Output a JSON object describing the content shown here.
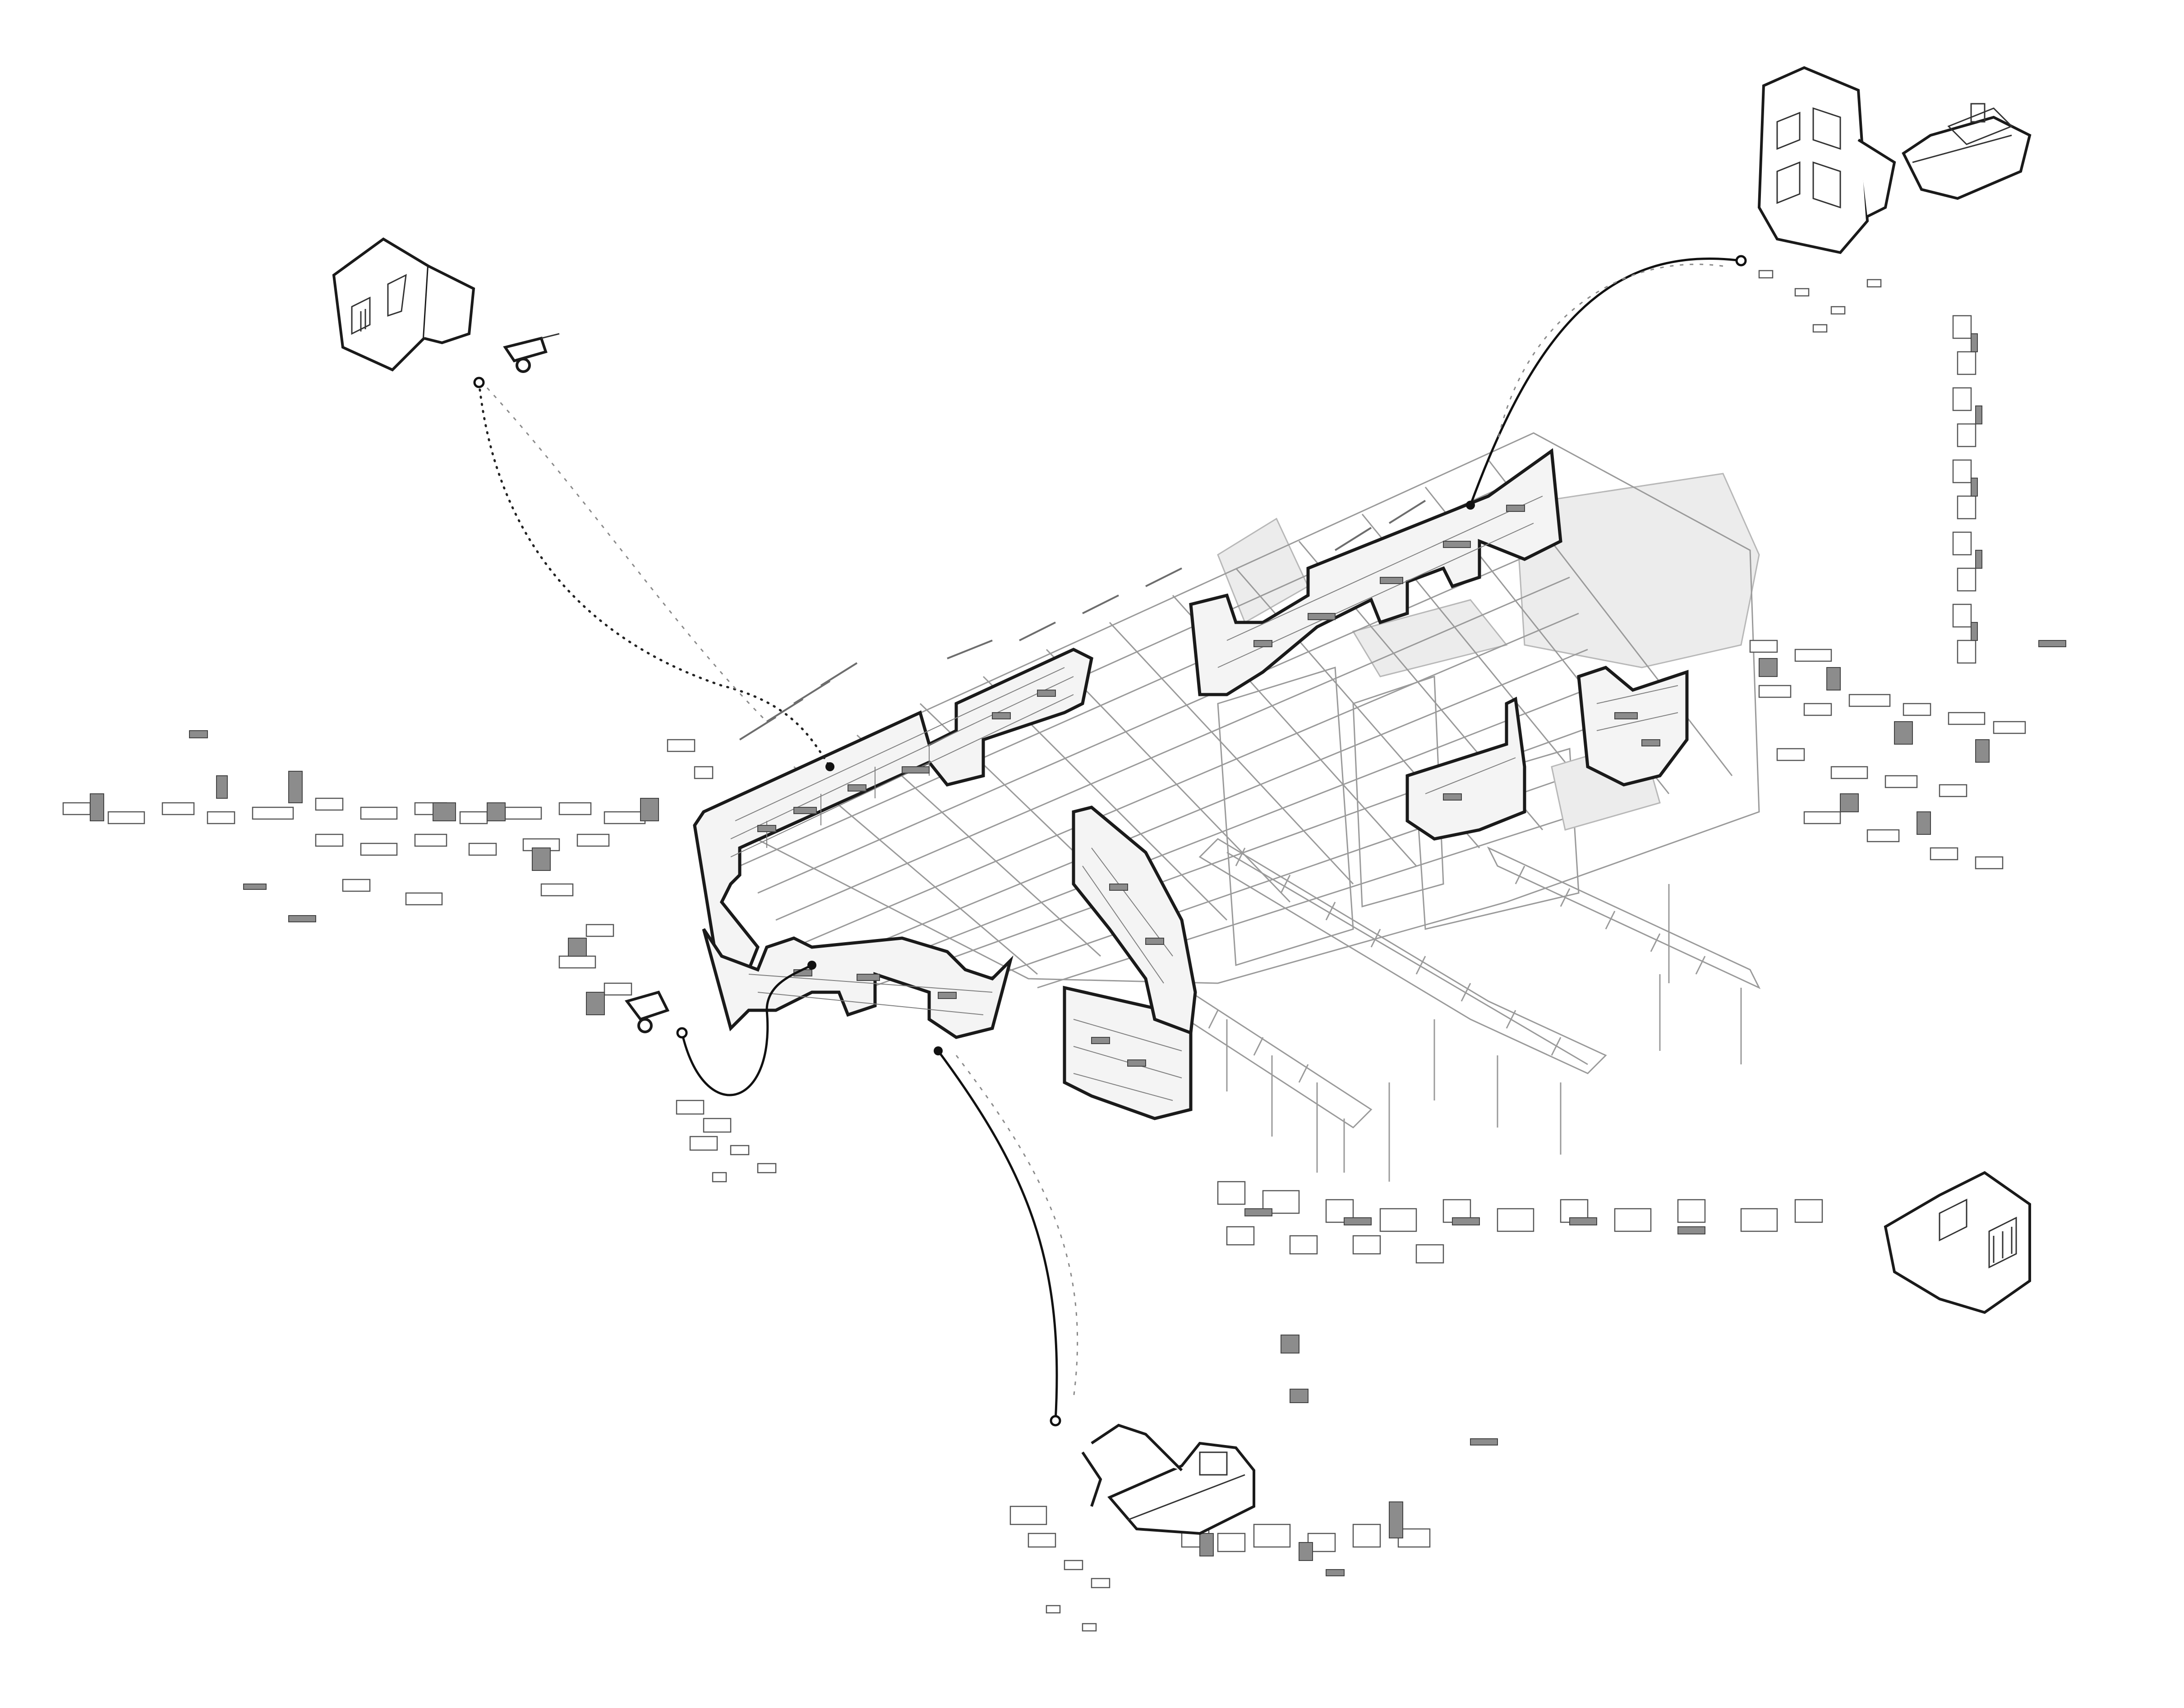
{
  "drawing": {
    "kind": "exploded axonometric of a building with salvaged wall fragments",
    "colors": {
      "line": "#1a1a1a",
      "structure": "#9a9a9a",
      "rubble": "#8c8c8c",
      "background": "#ffffff"
    },
    "vignettes": [
      {
        "id": "ruined-house-top-left",
        "icon": "ruined-house-icon"
      },
      {
        "id": "ruined-building-top-right",
        "icon": "ruined-building-icon"
      },
      {
        "id": "bulldozer-top-right",
        "icon": "bulldozer-icon"
      },
      {
        "id": "ruined-house-right",
        "icon": "ruined-house-icon"
      },
      {
        "id": "excavator-bottom",
        "icon": "excavator-icon"
      },
      {
        "id": "wheelbarrow-left",
        "icon": "wheelbarrow-icon"
      },
      {
        "id": "wheelbarrow-top-left",
        "icon": "wheelbarrow-icon"
      }
    ]
  }
}
